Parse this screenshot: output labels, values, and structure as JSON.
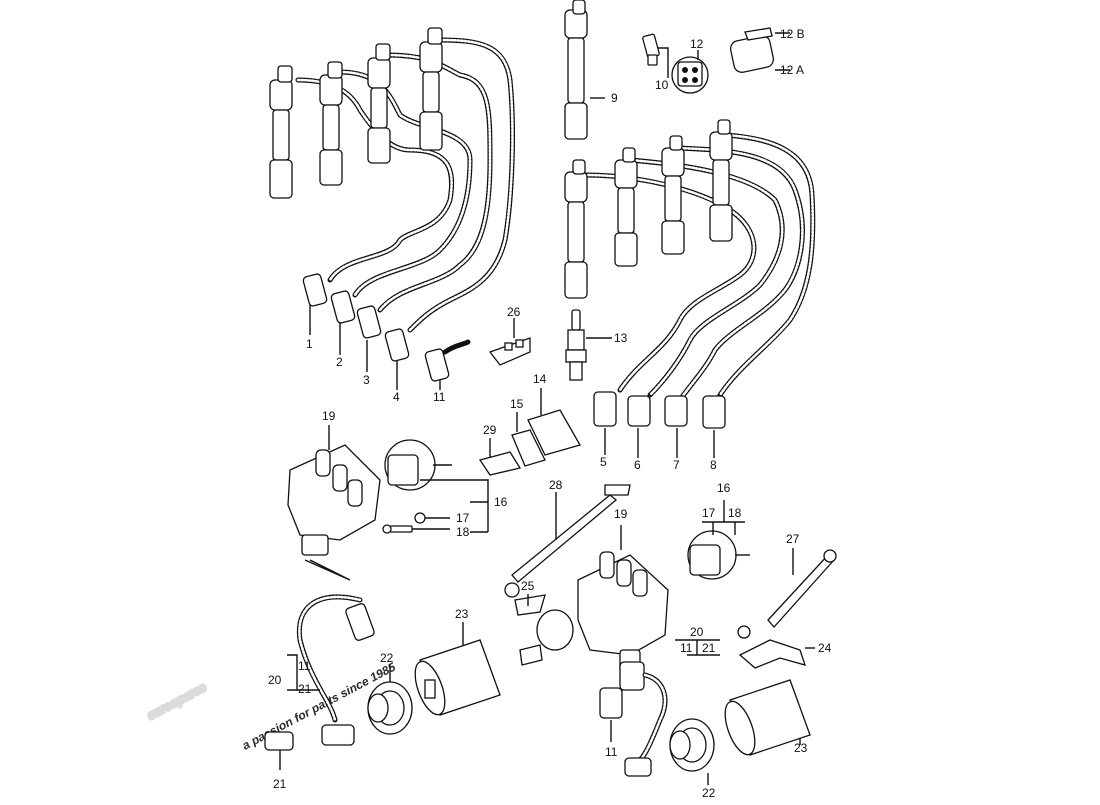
{
  "watermark": {
    "brand": "eurospares",
    "tagline": "a passion for parts since 1985",
    "brand_color": "#d8d8d8",
    "tagline_color": "#eeee99"
  },
  "callouts": {
    "c1": "1",
    "c2": "2",
    "c3": "3",
    "c4": "4",
    "c5": "5",
    "c6": "6",
    "c7": "7",
    "c8": "8",
    "c9": "9",
    "c10": "10",
    "c11a": "11",
    "c12": "12",
    "c12a": "12 A",
    "c12b": "12 B",
    "c13": "13",
    "c14": "14",
    "c15": "15",
    "c16a": "16",
    "c17a": "17",
    "c18a": "18",
    "c19a": "19",
    "c20a": "20",
    "c11b": "11",
    "c21b": "21",
    "c21a": "21",
    "c22a": "22",
    "c23a": "23",
    "c25": "25",
    "c26": "26",
    "c28": "28",
    "c29": "29",
    "c19b": "19",
    "c16b": "16",
    "c17b": "17",
    "c18b": "18",
    "c27": "27",
    "c24": "24",
    "c20b": "20",
    "c11c": "11",
    "c21c": "21",
    "c11d": "11",
    "c22b": "22",
    "c23b": "23"
  }
}
